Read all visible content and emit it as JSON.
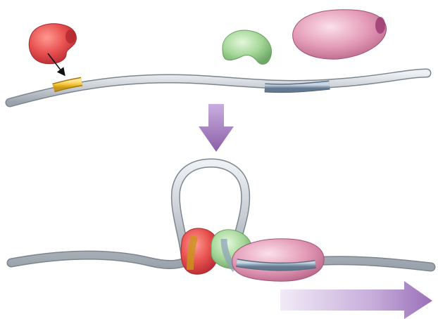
{
  "colors": {
    "background": "#ffffff",
    "dna_strand": "#c9ced4",
    "dna_outline": "#7d8590",
    "enhancer_segment": "#f1c232",
    "promoter_segment": "#8fa3b8",
    "activator_protein": "#e0464b",
    "mediator_protein": "#a6d89a",
    "rna_polymerase": "#e39ab6",
    "step_arrow": "#8c5fa8",
    "transcription_arrow": "#a884c0"
  },
  "components": [
    {
      "name": "activator-protein",
      "icon": "red-blob-icon"
    },
    {
      "name": "mediator-protein",
      "icon": "green-blob-icon"
    },
    {
      "name": "rna-polymerase",
      "icon": "pink-capsule-icon"
    },
    {
      "name": "enhancer-site",
      "icon": "yellow-band-icon"
    },
    {
      "name": "promoter-site",
      "icon": "blue-band-icon"
    }
  ],
  "arrows": {
    "binding": "black-arrow-icon",
    "step": "down-arrow-icon",
    "transcription": "right-arrow-icon"
  }
}
